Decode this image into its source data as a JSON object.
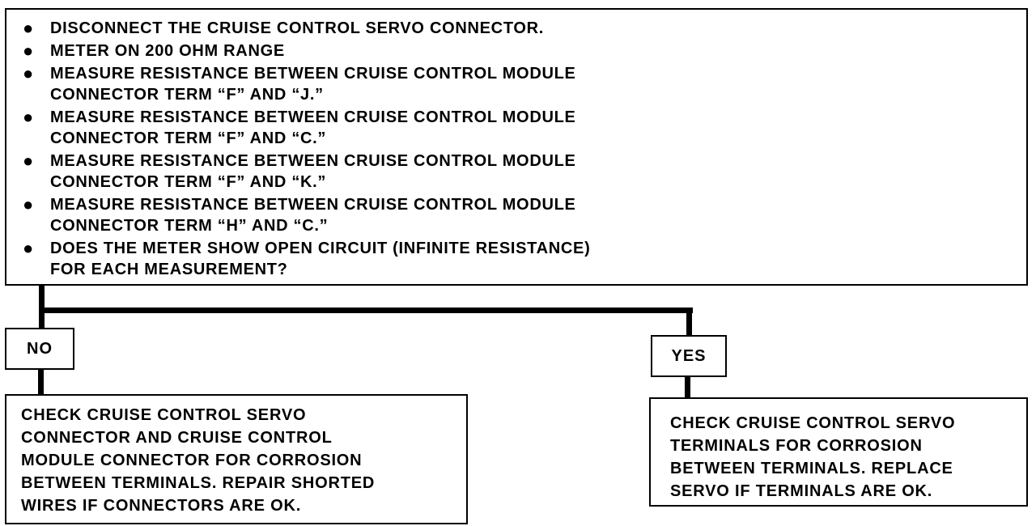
{
  "question": {
    "items": [
      "DISCONNECT THE CRUISE CONTROL SERVO CONNECTOR.",
      "METER ON 200 OHM RANGE",
      "MEASURE RESISTANCE BETWEEN CRUISE CONTROL MODULE\nCONNECTOR TERM “F” AND “J.”",
      "MEASURE RESISTANCE BETWEEN CRUISE CONTROL MODULE\nCONNECTOR TERM “F” AND “C.”",
      "MEASURE RESISTANCE BETWEEN CRUISE CONTROL MODULE\nCONNECTOR TERM “F” AND “K.”",
      "MEASURE RESISTANCE BETWEEN CRUISE CONTROL MODULE\nCONNECTOR TERM “H” AND “C.”",
      "DOES THE METER SHOW OPEN CIRCUIT (INFINITE RESISTANCE)\nFOR EACH MEASUREMENT?"
    ]
  },
  "branches": {
    "no_label": "NO",
    "yes_label": "YES"
  },
  "results": {
    "no_text": "CHECK CRUISE CONTROL SERVO\nCONNECTOR AND CRUISE CONTROL\nMODULE CONNECTOR FOR CORROSION\nBETWEEN TERMINALS. REPAIR SHORTED\nWIRES IF CONNECTORS ARE OK.",
    "yes_text": "CHECK CRUISE CONTROL SERVO\nTERMINALS FOR CORROSION\nBETWEEN TERMINALS. REPLACE\nSERVO IF TERMINALS ARE OK."
  },
  "colors": {
    "line": "#000000",
    "background": "#ffffff"
  }
}
